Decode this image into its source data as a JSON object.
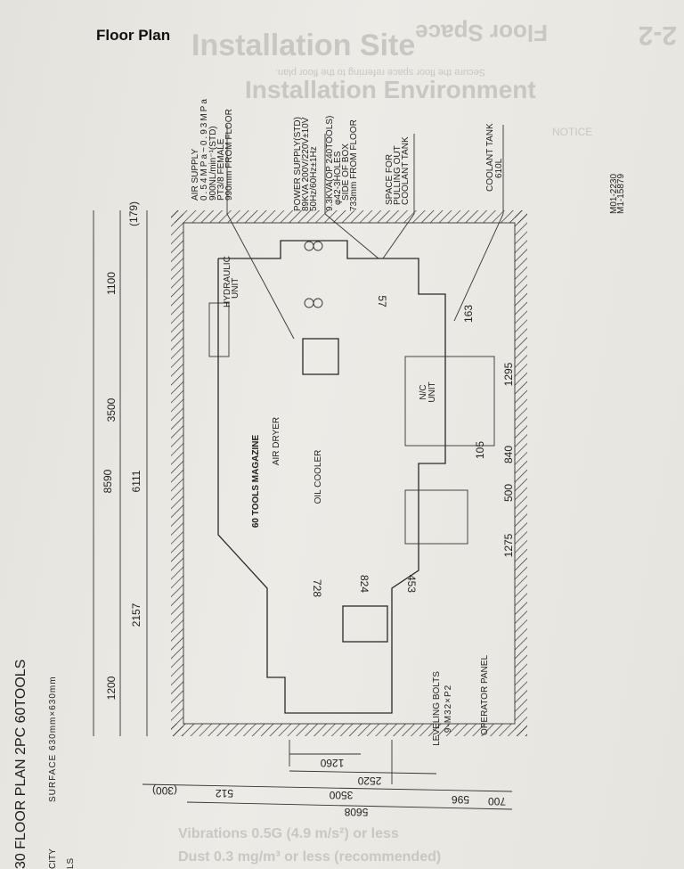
{
  "page": {
    "heading": "Floor Plan",
    "title": "30 FLOOR PLAN 2PC 60TOOLS",
    "side_notes": [
      "SURFACE 630mm×630mm",
      "CITY",
      "LS"
    ],
    "drawing_no": [
      "M01-2230",
      "M1-15879"
    ]
  },
  "show_through": {
    "section": "2-2",
    "section_title": "Floor Space",
    "chapter": "Installation Site",
    "intro": "Secure the floor space referring to the floor plan.",
    "env_title": "Installation Environment",
    "notice": "NOTICE",
    "vibration": "Vibrations 0.5G (4.9 m/s²) or less",
    "dust": "Dust 0.3 mg/m³ or less (recommended)"
  },
  "callouts": {
    "air_supply": [
      "AIR SUPPLY",
      "0.54MPa~0.93MPa",
      "900NL/min⁻¹(STD)",
      "PT3/8 FEMALE",
      "990mm FROM FLOOR"
    ],
    "power_supply": [
      "POWER SUPPLY(STD)",
      "89KVA 200V/220V±10V",
      "50Hz/60Hz±1Hz"
    ],
    "power_option": [
      "9.3KVA(OP 240TOOLS)",
      "φ42-3HOLES",
      "SIDE OF BOX",
      "733mm FROM FLOOR"
    ],
    "space": [
      "SPACE FOR",
      "PULLING OUT",
      "COOLANT TANK"
    ],
    "coolant": [
      "COOLANT TANK",
      "610L"
    ]
  },
  "components": {
    "hydraulic": [
      "HYDRAULIC",
      "UNIT"
    ],
    "magazine": "60 TOOLS MAGAZINE",
    "air_dryer": "AIR DRYER",
    "oil_cooler": "OIL COOLER",
    "nc_unit": [
      "N/C",
      "UNIT"
    ],
    "leveling": [
      "LEVELING BOLTS",
      "9-M32×P2"
    ],
    "operator_panel": "OPERATOR PANEL"
  },
  "dimensions": {
    "left": {
      "total": "8590",
      "d6111": "6111",
      "d179": "(179)",
      "d1100": "1100",
      "d3500": "3500",
      "d2157": "2157",
      "d1200": "1200"
    },
    "right": {
      "d163": "163",
      "d1295": "1295",
      "d840": "840",
      "d105": "105",
      "d500": "500",
      "d1275": "1275"
    },
    "inner": {
      "d57": "57",
      "d728": "728",
      "d824": "824",
      "d453": "453"
    },
    "bottom": {
      "d1260": "1260",
      "d2520": "2520",
      "d300": "(300)",
      "d512": "512",
      "d3500": "3500",
      "d596": "596",
      "d700": "700",
      "total": "5608"
    }
  }
}
